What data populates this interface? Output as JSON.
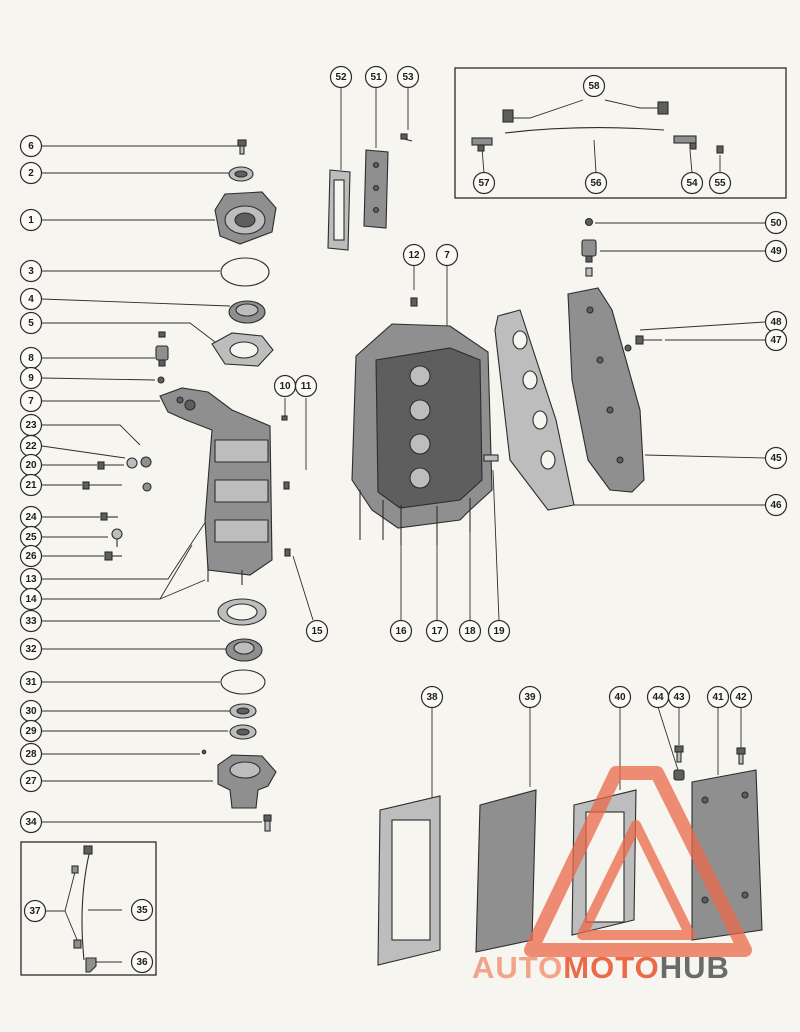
{
  "diagram": {
    "callouts": [
      {
        "id": "c6",
        "label": "6"
      },
      {
        "id": "c2",
        "label": "2"
      },
      {
        "id": "c1",
        "label": "1"
      },
      {
        "id": "c3",
        "label": "3"
      },
      {
        "id": "c4",
        "label": "4"
      },
      {
        "id": "c5",
        "label": "5"
      },
      {
        "id": "c8",
        "label": "8"
      },
      {
        "id": "c9",
        "label": "9"
      },
      {
        "id": "c7a",
        "label": "7"
      },
      {
        "id": "c23",
        "label": "23"
      },
      {
        "id": "c22",
        "label": "22"
      },
      {
        "id": "c20",
        "label": "20"
      },
      {
        "id": "c21",
        "label": "21"
      },
      {
        "id": "c24",
        "label": "24"
      },
      {
        "id": "c25",
        "label": "25"
      },
      {
        "id": "c26",
        "label": "26"
      },
      {
        "id": "c13",
        "label": "13"
      },
      {
        "id": "c14",
        "label": "14"
      },
      {
        "id": "c33",
        "label": "33"
      },
      {
        "id": "c32",
        "label": "32"
      },
      {
        "id": "c31",
        "label": "31"
      },
      {
        "id": "c30",
        "label": "30"
      },
      {
        "id": "c29",
        "label": "29"
      },
      {
        "id": "c28",
        "label": "28"
      },
      {
        "id": "c27",
        "label": "27"
      },
      {
        "id": "c34",
        "label": "34"
      },
      {
        "id": "c37",
        "label": "37"
      },
      {
        "id": "c35",
        "label": "35"
      },
      {
        "id": "c36",
        "label": "36"
      },
      {
        "id": "c10",
        "label": "10"
      },
      {
        "id": "c11",
        "label": "11"
      },
      {
        "id": "c15",
        "label": "15"
      },
      {
        "id": "c52",
        "label": "52"
      },
      {
        "id": "c51",
        "label": "51"
      },
      {
        "id": "c53",
        "label": "53"
      },
      {
        "id": "c12",
        "label": "12"
      },
      {
        "id": "c7b",
        "label": "7"
      },
      {
        "id": "c16",
        "label": "16"
      },
      {
        "id": "c17",
        "label": "17"
      },
      {
        "id": "c18",
        "label": "18"
      },
      {
        "id": "c19",
        "label": "19"
      },
      {
        "id": "c58",
        "label": "58"
      },
      {
        "id": "c57",
        "label": "57"
      },
      {
        "id": "c56",
        "label": "56"
      },
      {
        "id": "c54",
        "label": "54"
      },
      {
        "id": "c55",
        "label": "55"
      },
      {
        "id": "c50",
        "label": "50"
      },
      {
        "id": "c49",
        "label": "49"
      },
      {
        "id": "c48",
        "label": "48"
      },
      {
        "id": "c47",
        "label": "47"
      },
      {
        "id": "c45",
        "label": "45"
      },
      {
        "id": "c46",
        "label": "46"
      },
      {
        "id": "c38",
        "label": "38"
      },
      {
        "id": "c39",
        "label": "39"
      },
      {
        "id": "c40",
        "label": "40"
      },
      {
        "id": "c44",
        "label": "44"
      },
      {
        "id": "c43",
        "label": "43"
      },
      {
        "id": "c41",
        "label": "41"
      },
      {
        "id": "c42",
        "label": "42"
      }
    ]
  },
  "watermark": {
    "part1": "AUTO",
    "part2": "MOTO",
    "part3": "HUB",
    "color_light": "#f2a48a",
    "color_mid": "#ea6a4a",
    "color_dark": "#6a6a6a"
  },
  "colors": {
    "ink": "#2d2d2d",
    "paper": "#f7f5ef",
    "part_gray": "#8f8f8f"
  }
}
